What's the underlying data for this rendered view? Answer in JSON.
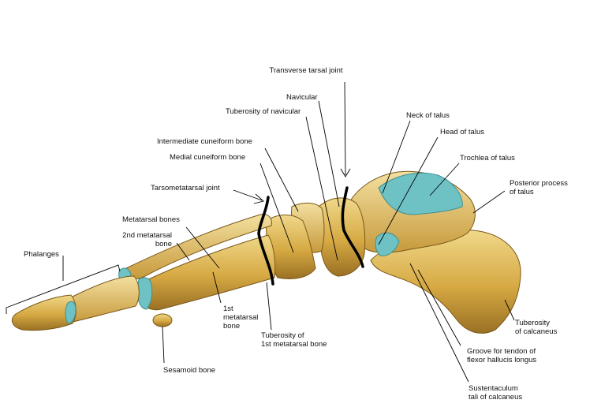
{
  "labels": {
    "transverse_tarsal_joint": "Transverse tarsal joint",
    "navicular": "Navicular",
    "tuberosity_of_navicular": "Tuberosity of navicular",
    "neck_of_talus": "Neck of talus",
    "head_of_talus": "Head of talus",
    "trochlea_of_talus": "Trochlea of talus",
    "posterior_process_line1": "Posterior process",
    "posterior_process_line2": "of talus",
    "intermediate_cuneiform": "Intermediate cuneiform bone",
    "medial_cuneiform": "Medial cuneiform bone",
    "tarsometatarsal_joint": "Tarsometatarsal joint",
    "metatarsal_bones": "Metatarsal bones",
    "second_metatarsal_line1": "2nd metatarsal",
    "second_metatarsal_line2": "bone",
    "phalanges": "Phalanges",
    "first_metatarsal_line1": "1st",
    "first_metatarsal_line2": "metatarsal",
    "first_metatarsal_line3": "bone",
    "tuberosity_first_metatarsal_line1": "Tuberosity of",
    "tuberosity_first_metatarsal_line2": "1st metatarsal bone",
    "sesamoid_bone": "Sesamoid bone",
    "tuberosity_calcaneus_line1": "Tuberosity",
    "tuberosity_calcaneus_line2": "of calcaneus",
    "groove_fhl_line1": "Groove for tendon of",
    "groove_fhl_line2": "flexor hallucis longus",
    "sustentaculum_line1": "Sustentaculum",
    "sustentaculum_line2": "tali of calcaneus"
  },
  "colors": {
    "bone": "#d9b04a",
    "bone_light": "#ecd07c",
    "bone_dark": "#8a6420",
    "cartilage": "#6fc2c4",
    "joint_line": "#000000",
    "leader": "#000000"
  }
}
